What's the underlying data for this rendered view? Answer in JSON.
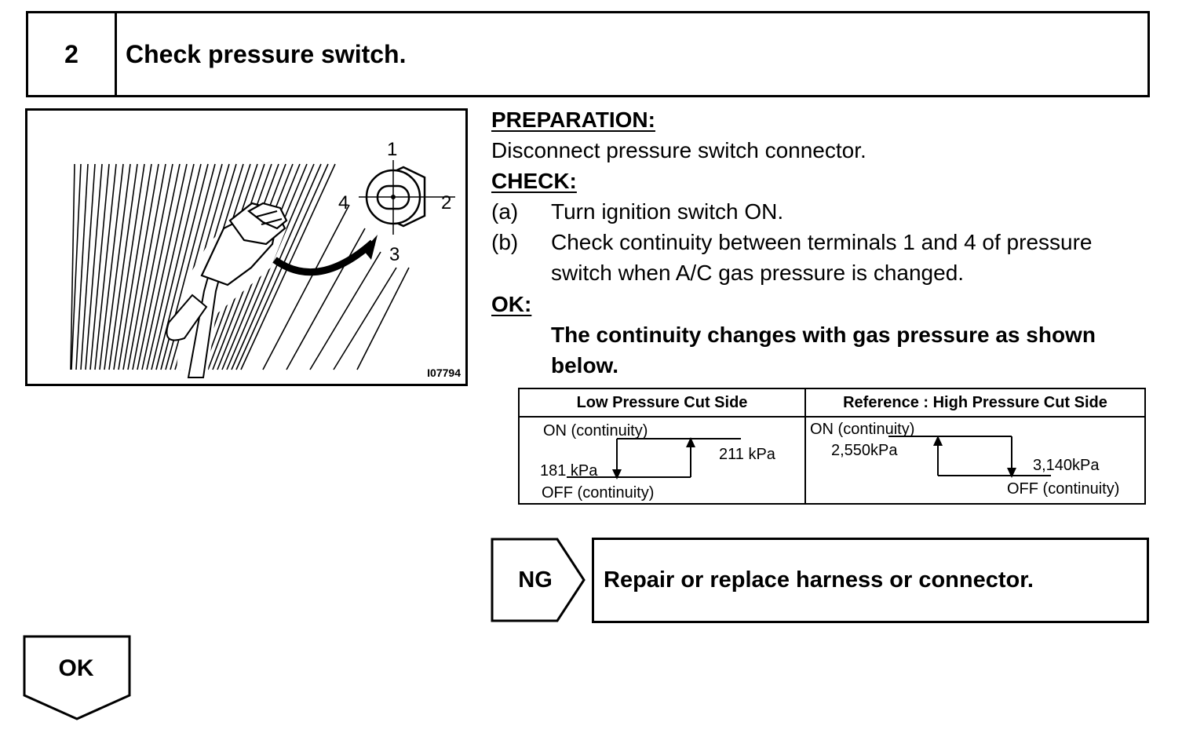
{
  "step": {
    "number": "2",
    "title": "Check pressure switch."
  },
  "illustration": {
    "terminals": {
      "t1": "1",
      "t2": "2",
      "t3": "3",
      "t4": "4"
    },
    "figure_code": "I07794"
  },
  "preparation": {
    "heading": "PREPARATION:",
    "text": "Disconnect pressure switch connector."
  },
  "check": {
    "heading": "CHECK:",
    "steps": [
      {
        "marker": "(a)",
        "lines": [
          "Turn ignition switch ON."
        ]
      },
      {
        "marker": "(b)",
        "lines": [
          "Check continuity between terminals 1 and 4 of pressure",
          "switch when A/C gas pressure is changed."
        ]
      }
    ]
  },
  "ok": {
    "heading": "OK:",
    "lines": [
      "The continuity changes with gas pressure as shown",
      "below."
    ]
  },
  "pressure_table": {
    "low_side": {
      "header": "Low Pressure Cut Side",
      "on_label": "ON (continuity)",
      "off_label": "OFF (continuity)",
      "off_pressure": "181 kPa",
      "on_pressure": "211 kPa"
    },
    "high_side": {
      "header": "Reference : High Pressure Cut Side",
      "on_label": "ON (continuity)",
      "off_label": "OFF (continuity)",
      "on_pressure": "2,550kPa",
      "off_pressure": "3,140kPa"
    }
  },
  "ng": {
    "label": "NG",
    "action": "Repair or replace harness or connector."
  },
  "ok_flow": {
    "label": "OK"
  }
}
